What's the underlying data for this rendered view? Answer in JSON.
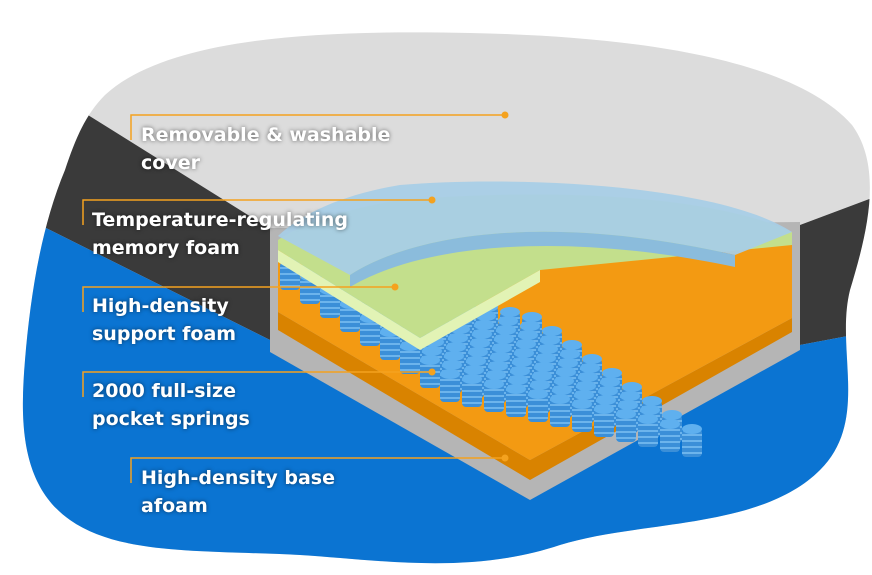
{
  "colors": {
    "cover": "#dcdcdc",
    "dark_band": "#3a3a3a",
    "blue_bg": "#0b74d2",
    "leader": "#f4a21f",
    "memory_foam": "#a8cde6",
    "support_foam": "#cfe59a",
    "springs": "#4aa2e8",
    "base_foam": "#f39a12",
    "casing": "#b5b5b5"
  },
  "labels": [
    {
      "line1": "Removable & washable",
      "line2": "cover"
    },
    {
      "line1": "Temperature-regulating",
      "line2": "memory foam"
    },
    {
      "line1": "High-density",
      "line2": "support foam"
    },
    {
      "line1": "2000 full-size",
      "line2": "pocket springs"
    },
    {
      "line1": "High-density base",
      "line2": "afoam"
    }
  ]
}
